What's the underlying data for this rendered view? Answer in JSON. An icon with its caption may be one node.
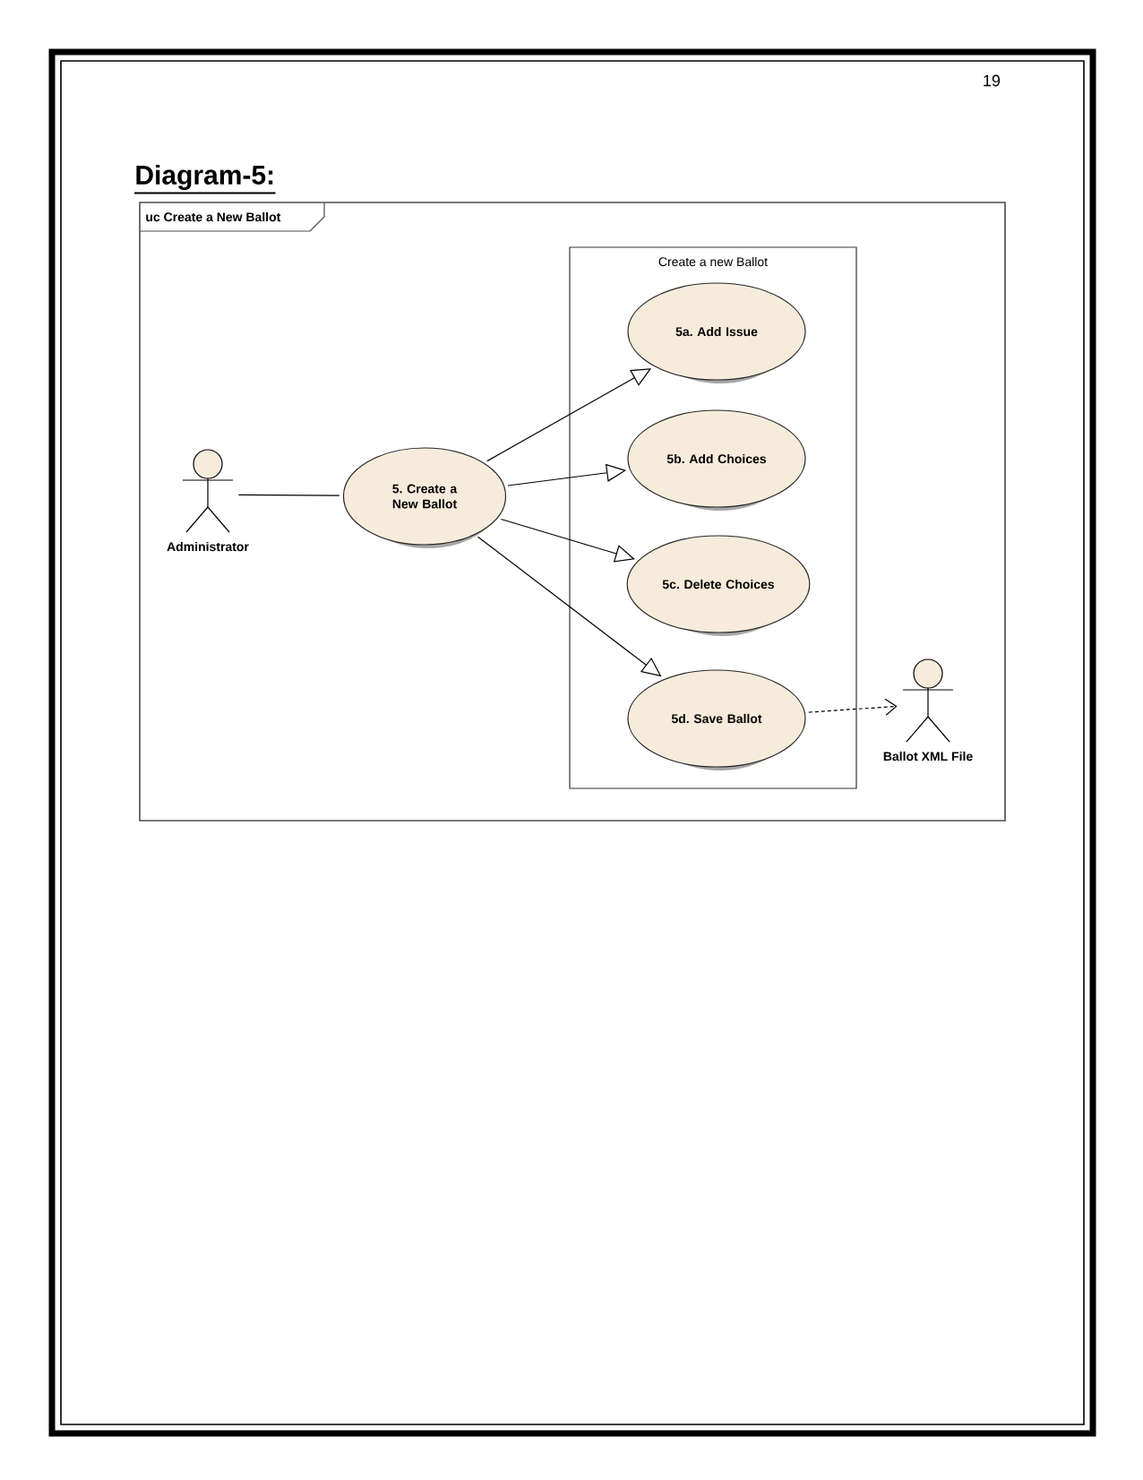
{
  "diagram": {
    "title": "Diagram-5:",
    "nodes": [
      {
        "text": [
          "uc Create a New Ballot"
        ]
      },
      {
        "text": [
          "Administrator"
        ],
        "in": 0
      },
      {
        "text": [
          "5. Create a New Ballot"
        ],
        "in": 0
      },
      {
        "text": [
          "Create a new Ballot"
        ],
        "in": 0
      },
      {
        "text": [
          "5a. Add Issue"
        ],
        "in": 3
      },
      {
        "text": [
          "5b. Add Choices"
        ],
        "in": 3
      },
      {
        "text": [
          "5c. Delete Choices"
        ],
        "in": 3
      },
      {
        "text": [
          "5d. Save Ballot"
        ],
        "in": 3
      },
      {
        "text": [
          "Ballot XML File"
        ],
        "in": 0
      }
    ],
    "edges": [
      {
        "from": 1,
        "to": 2,
        "arrow": "none"
      },
      {
        "from": 2,
        "to": 4,
        "arrow": "to"
      },
      {
        "from": 2,
        "to": 5,
        "arrow": "to"
      },
      {
        "from": 2,
        "to": 6,
        "arrow": "to"
      },
      {
        "from": 2,
        "to": 7,
        "arrow": "to"
      },
      {
        "from": 7,
        "to": 8,
        "arrow": "to",
        "style": "dashed"
      }
    ],
    "labels": [
      "19"
    ]
  }
}
